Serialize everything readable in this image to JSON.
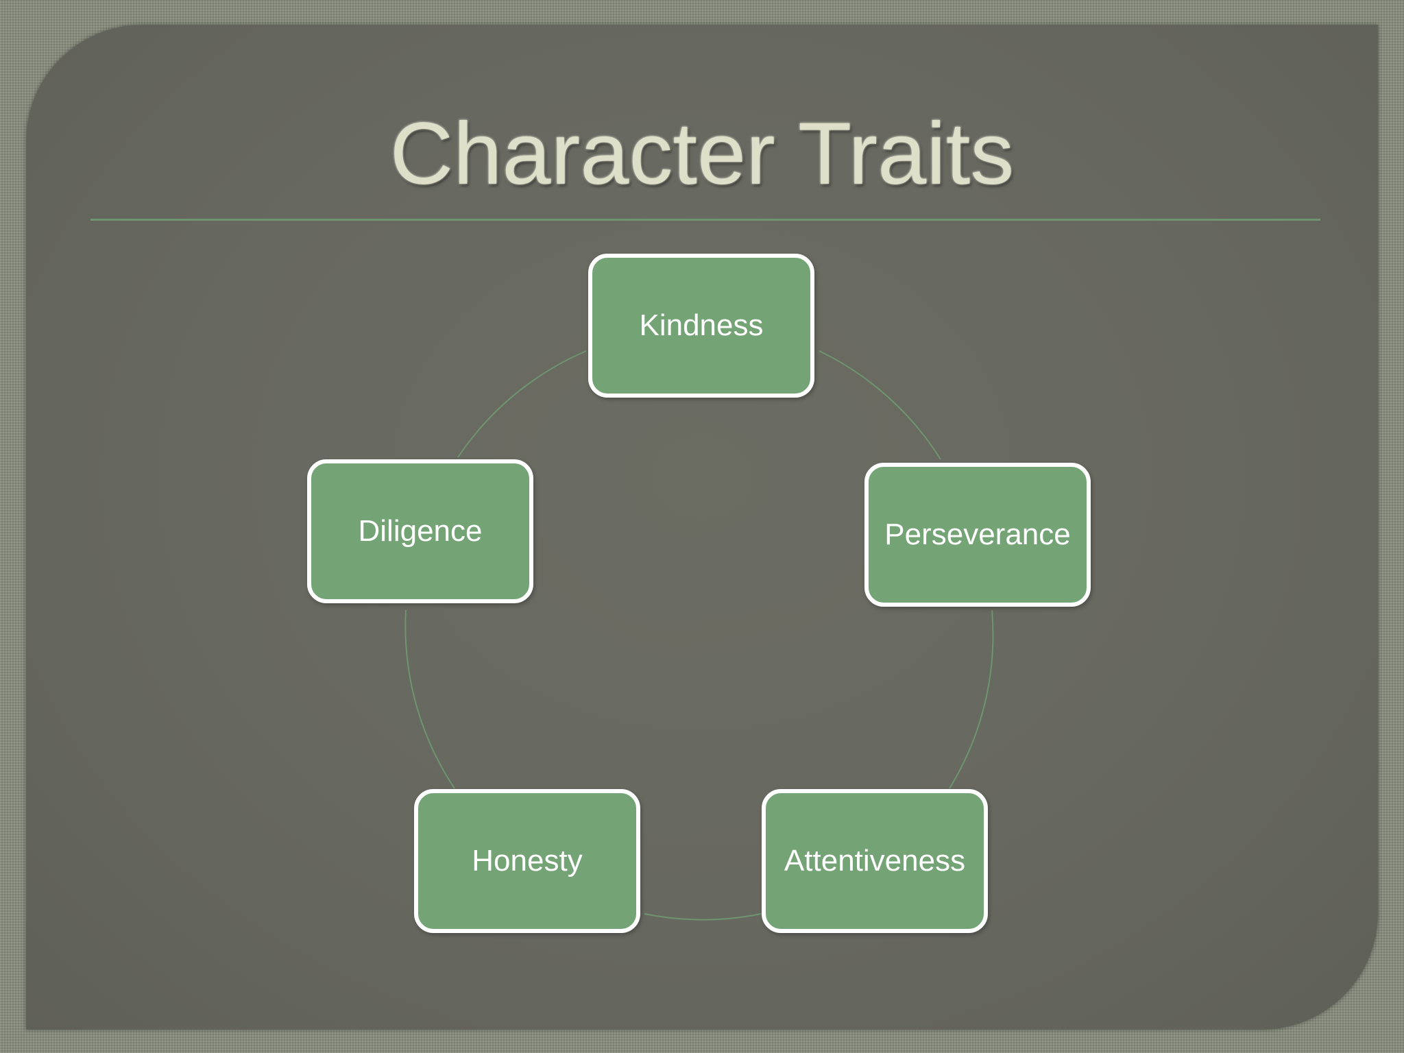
{
  "slide": {
    "title": "Character Traits",
    "colors": {
      "background": "#6a6b62",
      "node_fill": "#74a376",
      "node_border": "#ffffff",
      "connector": "#6f9470",
      "title_text": "#dedfc8"
    }
  },
  "diagram": {
    "type": "cycle",
    "nodes": [
      {
        "id": "kindness",
        "label": "Kindness"
      },
      {
        "id": "perseverance",
        "label": "Perseverance"
      },
      {
        "id": "attentiveness",
        "label": "Attentiveness"
      },
      {
        "id": "honesty",
        "label": "Honesty"
      },
      {
        "id": "diligence",
        "label": "Diligence"
      }
    ],
    "edges": [
      {
        "from": "kindness",
        "to": "perseverance"
      },
      {
        "from": "perseverance",
        "to": "attentiveness"
      },
      {
        "from": "attentiveness",
        "to": "honesty"
      },
      {
        "from": "honesty",
        "to": "diligence"
      },
      {
        "from": "diligence",
        "to": "kindness"
      }
    ]
  }
}
